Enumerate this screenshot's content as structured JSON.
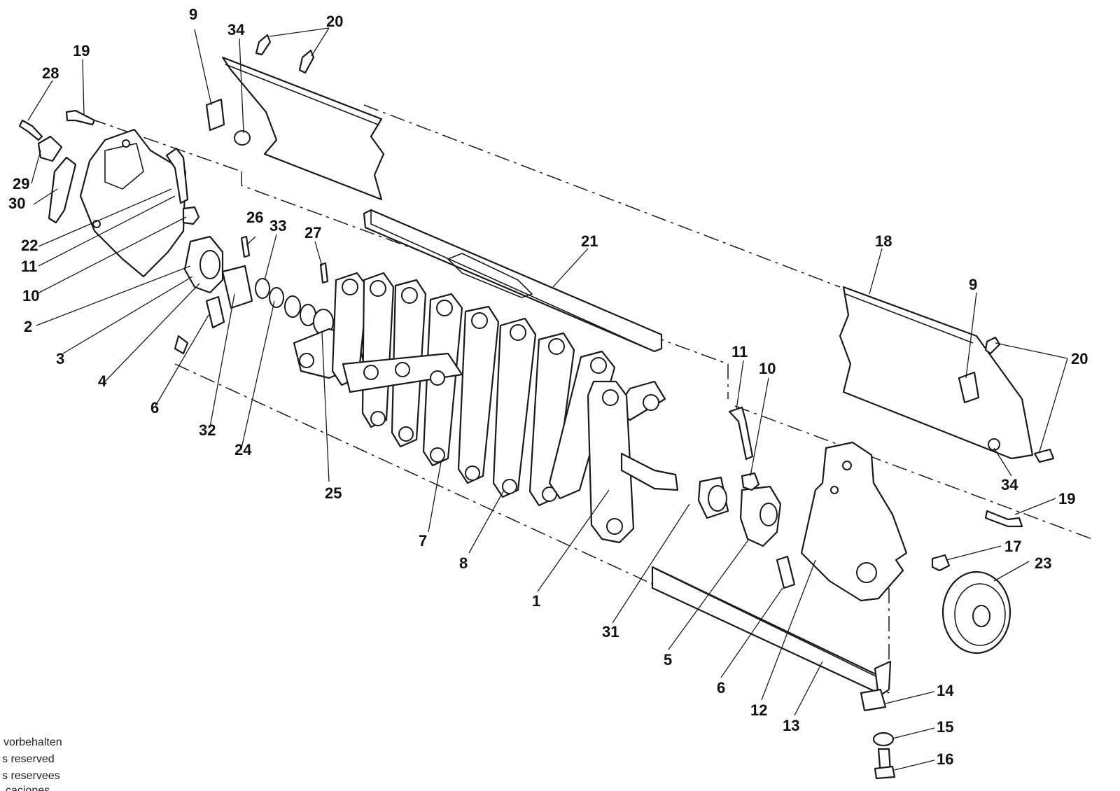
{
  "labels": {
    "p1": "1",
    "p2": "2",
    "p3": "3",
    "p4": "4",
    "p5": "5",
    "p6a": "6",
    "p6b": "6",
    "p7": "7",
    "p8": "8",
    "p9a": "9",
    "p9b": "9",
    "p10a": "10",
    "p10b": "10",
    "p11a": "11",
    "p11b": "11",
    "p12": "12",
    "p13": "13",
    "p14": "14",
    "p15": "15",
    "p16": "16",
    "p17": "17",
    "p18": "18",
    "p19a": "19",
    "p19b": "19",
    "p20a": "20",
    "p20b": "20",
    "p21": "21",
    "p22": "22",
    "p23": "23",
    "p24": "24",
    "p25": "25",
    "p26": "26",
    "p27": "27",
    "p28": "28",
    "p29": "29",
    "p30": "30",
    "p31": "31",
    "p32": "32",
    "p33": "33",
    "p34a": "34",
    "p34b": "34"
  },
  "footer": {
    "line1": "vorbehalten",
    "line2": "s reserved",
    "line3": "s reservees",
    "line4": "caciones"
  }
}
